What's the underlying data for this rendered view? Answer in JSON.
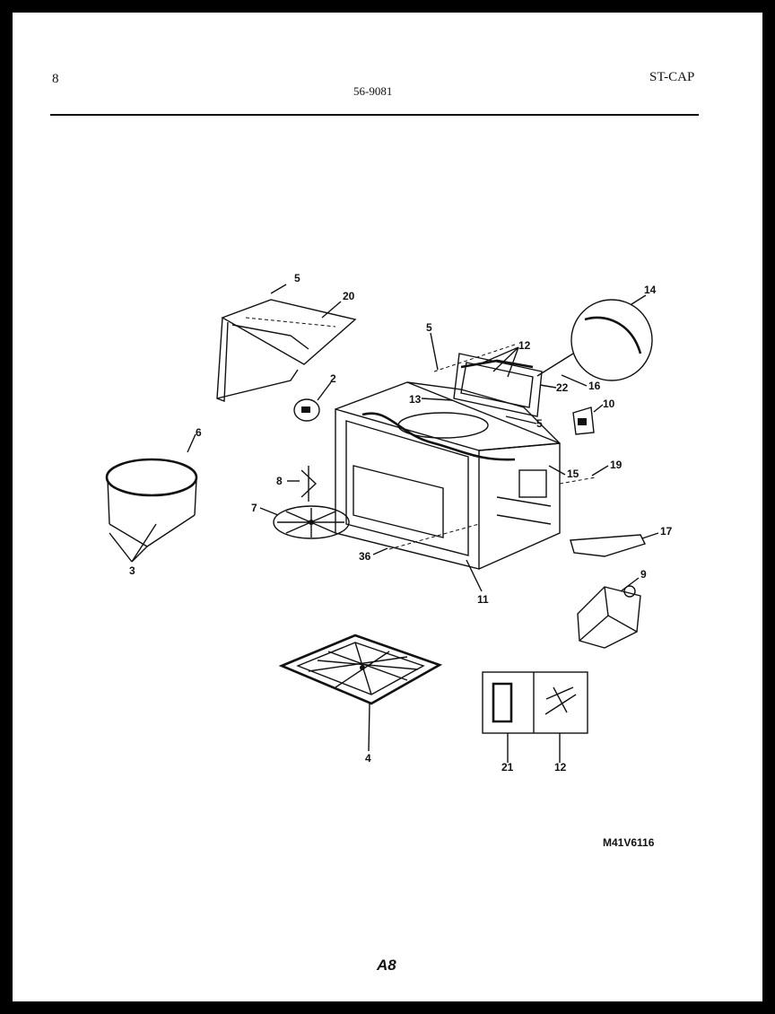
{
  "header": {
    "page_number": "8",
    "model": "56-9081",
    "code": "ST-CAP"
  },
  "footer": {
    "reference_code": "M41V6116",
    "page_tag": "A8"
  },
  "callouts": [
    {
      "id": "5a",
      "label": "5"
    },
    {
      "id": "20",
      "label": "20"
    },
    {
      "id": "2",
      "label": "2"
    },
    {
      "id": "5b",
      "label": "5"
    },
    {
      "id": "12a",
      "label": "12"
    },
    {
      "id": "14",
      "label": "14"
    },
    {
      "id": "22",
      "label": "22"
    },
    {
      "id": "16",
      "label": "16"
    },
    {
      "id": "13",
      "label": "13"
    },
    {
      "id": "5c",
      "label": "5"
    },
    {
      "id": "10",
      "label": "10"
    },
    {
      "id": "6",
      "label": "6"
    },
    {
      "id": "8",
      "label": "8"
    },
    {
      "id": "15",
      "label": "15"
    },
    {
      "id": "19",
      "label": "19"
    },
    {
      "id": "7",
      "label": "7"
    },
    {
      "id": "17",
      "label": "17"
    },
    {
      "id": "3",
      "label": "3"
    },
    {
      "id": "36",
      "label": "36"
    },
    {
      "id": "11",
      "label": "11"
    },
    {
      "id": "9",
      "label": "9"
    },
    {
      "id": "4",
      "label": "4"
    },
    {
      "id": "21",
      "label": "21"
    },
    {
      "id": "12b",
      "label": "12"
    }
  ]
}
